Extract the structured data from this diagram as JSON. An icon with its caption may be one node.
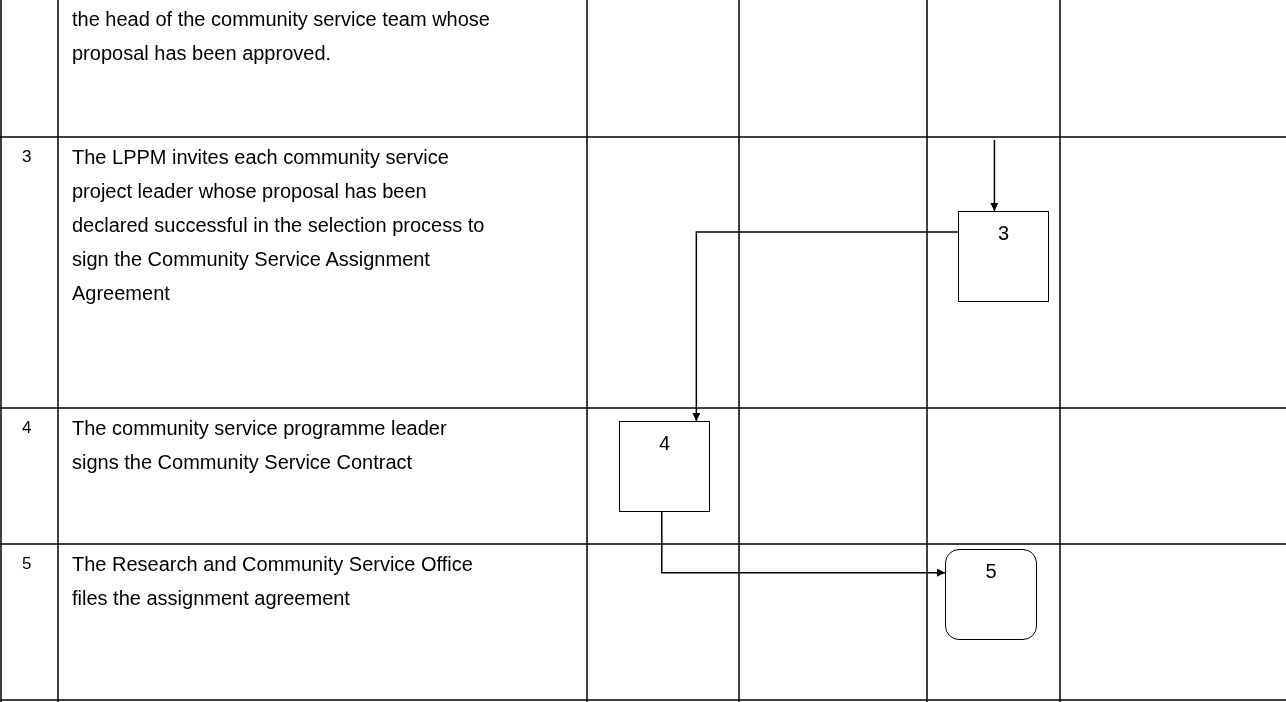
{
  "diagram": {
    "nodes": [
      {
        "text": [
          "3"
        ]
      },
      {
        "text": [
          "4"
        ]
      },
      {
        "text": [
          "5"
        ]
      }
    ],
    "edges": [
      {
        "from": null,
        "to": 0,
        "arrow": "to"
      },
      {
        "from": 0,
        "to": 1,
        "arrow": "to"
      },
      {
        "from": 1,
        "to": 2,
        "arrow": "to"
      }
    ],
    "labels": [
      "the head of the community service team whose proposal has been approved.",
      "3",
      "The LPPM invites each community service project leader whose proposal has been declared successful in the selection process to sign the Community Service Assignment Agreement",
      "4",
      "The community service programme leader signs the Community Service Contract",
      "5",
      "The Research and Community Service Office files the assignment agreement"
    ]
  }
}
